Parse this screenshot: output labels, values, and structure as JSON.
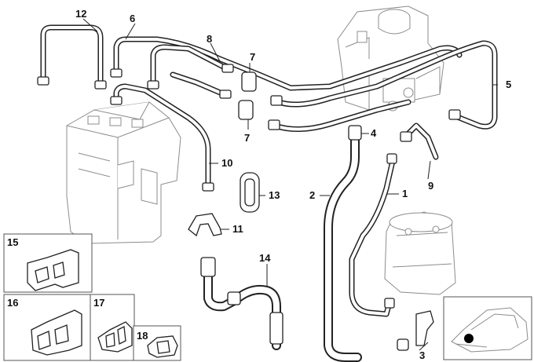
{
  "diagram": {
    "type": "exploded parts diagram",
    "subject": "brake pipes and hoses, hydraulic unit (DSC) area",
    "callouts": [
      {
        "id": "c1",
        "label": "1"
      },
      {
        "id": "c2",
        "label": "2"
      },
      {
        "id": "c3",
        "label": "3"
      },
      {
        "id": "c4",
        "label": "4"
      },
      {
        "id": "c5",
        "label": "5"
      },
      {
        "id": "c6",
        "label": "6"
      },
      {
        "id": "c7a",
        "label": "7"
      },
      {
        "id": "c7b",
        "label": "7"
      },
      {
        "id": "c8",
        "label": "8"
      },
      {
        "id": "c9",
        "label": "9"
      },
      {
        "id": "c10",
        "label": "10"
      },
      {
        "id": "c11",
        "label": "11"
      },
      {
        "id": "c12",
        "label": "12"
      },
      {
        "id": "c13",
        "label": "13"
      },
      {
        "id": "c14",
        "label": "14"
      },
      {
        "id": "c15",
        "label": "15"
      },
      {
        "id": "c16",
        "label": "16"
      },
      {
        "id": "c17",
        "label": "17"
      },
      {
        "id": "c18",
        "label": "18"
      }
    ]
  }
}
